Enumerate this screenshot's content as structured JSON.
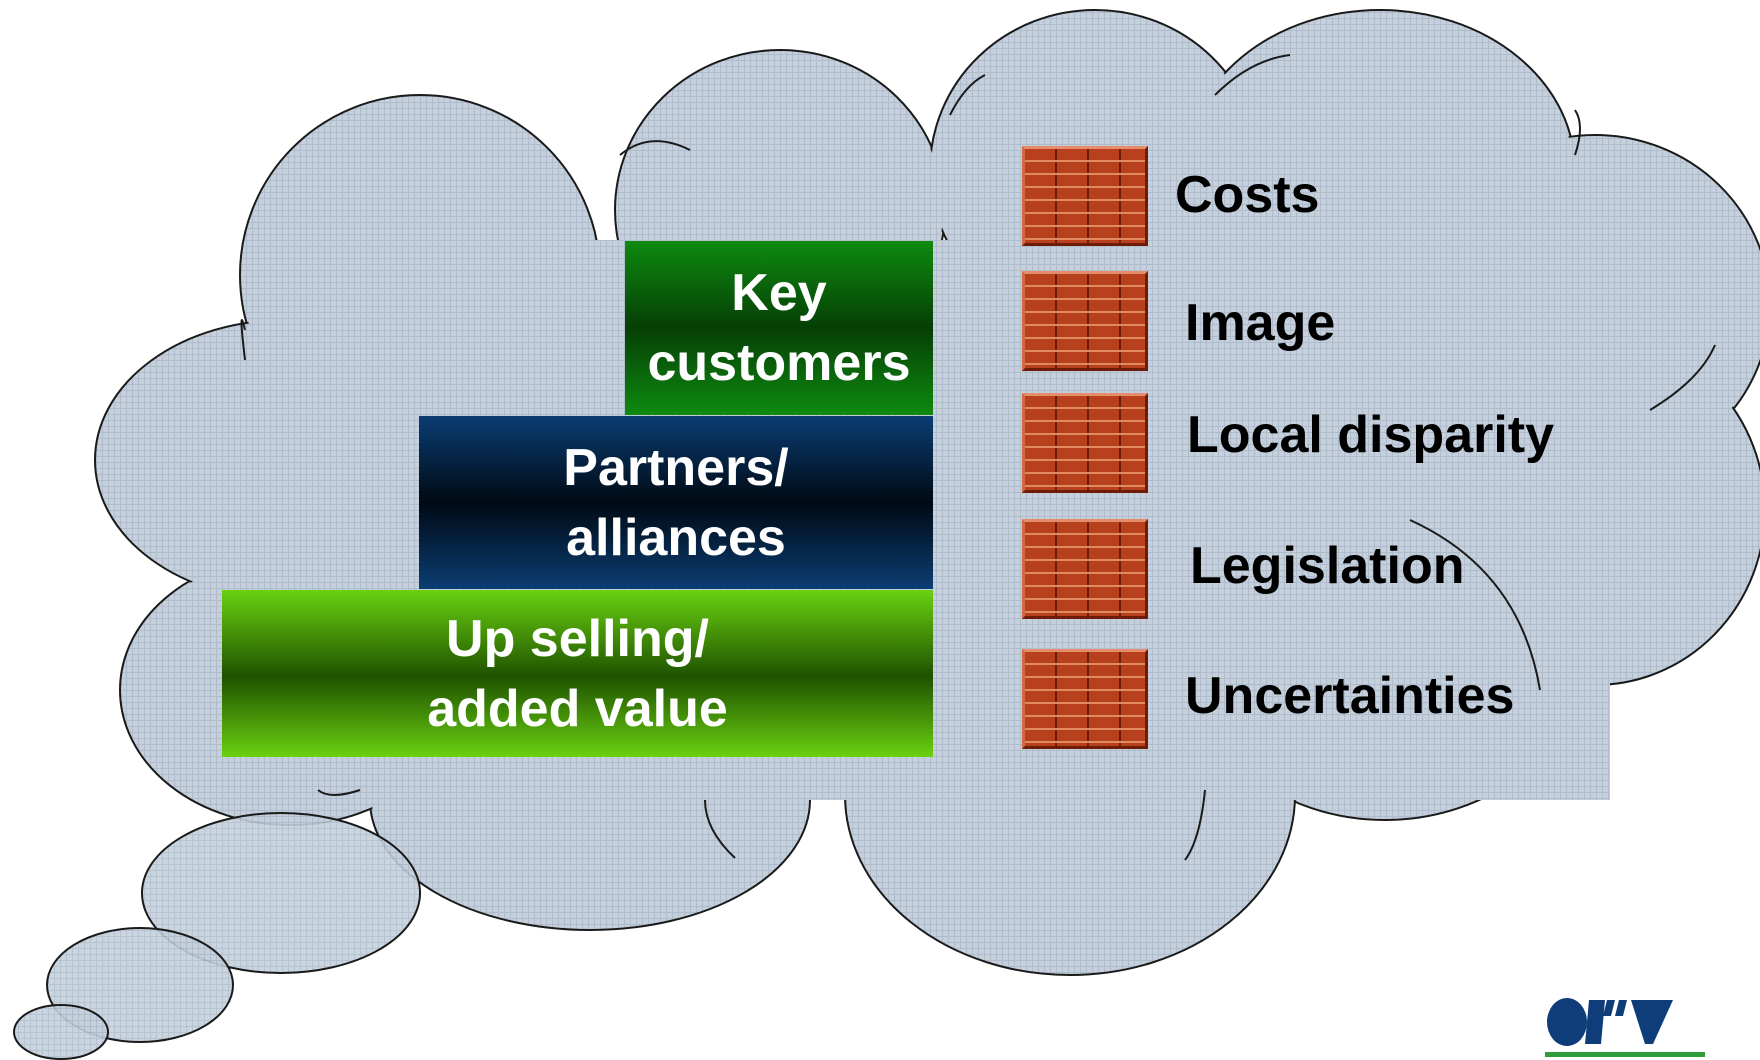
{
  "colors": {
    "cloud_fill": "#c5d0dc",
    "cloud_stroke": "#1a1a1a",
    "key_customers_bg": "#0e8a10",
    "partners_bg": "#0b3d73",
    "upselling_bg": "#6ad110",
    "brick": "#b9401d",
    "logo_blue": "#0f3d7a",
    "logo_green": "#2f9e3a"
  },
  "steps": [
    {
      "line1": "Key",
      "line2": "customers"
    },
    {
      "line1": "Partners/",
      "line2": "alliances"
    },
    {
      "line1": "Up selling/",
      "line2": "added value"
    }
  ],
  "barriers": [
    {
      "label": "Costs",
      "icon": "brick-wall-icon"
    },
    {
      "label": "Image",
      "icon": "brick-wall-icon"
    },
    {
      "label": "Local disparity",
      "icon": "brick-wall-icon"
    },
    {
      "label": "Legislation",
      "icon": "brick-wall-icon"
    },
    {
      "label": "Uncertainties",
      "icon": "brick-wall-icon"
    }
  ],
  "logo": {
    "name": "omv-logo"
  }
}
